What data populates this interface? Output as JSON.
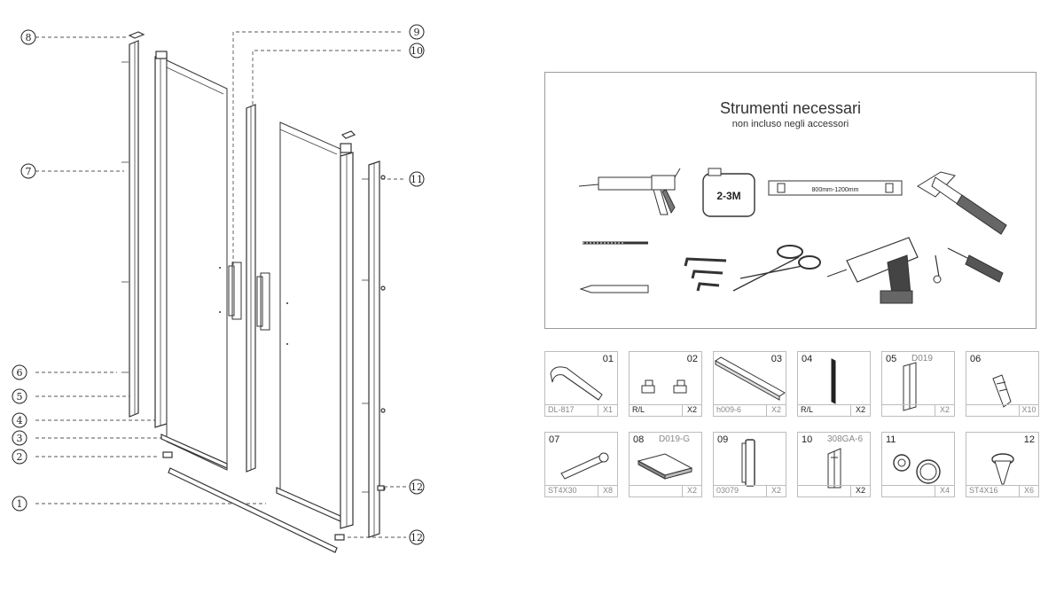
{
  "callouts": [
    {
      "id": "c8",
      "label": "8"
    },
    {
      "id": "c9",
      "label": "9"
    },
    {
      "id": "c10",
      "label": "10"
    },
    {
      "id": "c7",
      "label": "7"
    },
    {
      "id": "c11",
      "label": "11"
    },
    {
      "id": "c6",
      "label": "6"
    },
    {
      "id": "c5",
      "label": "5"
    },
    {
      "id": "c4",
      "label": "4"
    },
    {
      "id": "c3",
      "label": "3"
    },
    {
      "id": "c2",
      "label": "2"
    },
    {
      "id": "c1",
      "label": "1"
    },
    {
      "id": "c12a",
      "label": "12"
    },
    {
      "id": "c12b",
      "label": "12"
    }
  ],
  "tools": {
    "title": "Strumenti necessari",
    "subtitle": "non incluso negli accessori",
    "tape_label": "2-3M",
    "level_label": "800mm-1200mm",
    "items": [
      "caulking-gun-icon",
      "tape-measure-icon",
      "spirit-level-icon",
      "hammer-icon",
      "drill-bit-icon",
      "pencil-icon",
      "hex-keys-icon",
      "scissors-icon",
      "power-drill-icon",
      "screwdriver-icon"
    ]
  },
  "parts": [
    {
      "num": "01",
      "code": "",
      "foot_left": "DL-817",
      "qty": "X1"
    },
    {
      "num": "02",
      "code": "",
      "foot_left": "R/L",
      "qty": "X2"
    },
    {
      "num": "03",
      "code": "",
      "foot_left": "h009-6",
      "qty": "X2"
    },
    {
      "num": "04",
      "code": "",
      "foot_left": "R/L",
      "qty": "X2"
    },
    {
      "num": "05",
      "code": "D019",
      "foot_left": "",
      "qty": "X2"
    },
    {
      "num": "06",
      "code": "",
      "foot_left": "",
      "qty": "X10"
    },
    {
      "num": "07",
      "code": "",
      "foot_left": "ST4X30",
      "qty": "X8"
    },
    {
      "num": "08",
      "code": "D019-G",
      "foot_left": "",
      "qty": "X2"
    },
    {
      "num": "09",
      "code": "",
      "foot_left": "03079",
      "qty": "X2"
    },
    {
      "num": "10",
      "code": "308GA-6",
      "foot_left": "",
      "qty": "X2"
    },
    {
      "num": "11",
      "code": "",
      "foot_left": "",
      "qty": "X4"
    },
    {
      "num": "12",
      "code": "",
      "foot_left": "ST4X16",
      "qty": "X6"
    }
  ]
}
